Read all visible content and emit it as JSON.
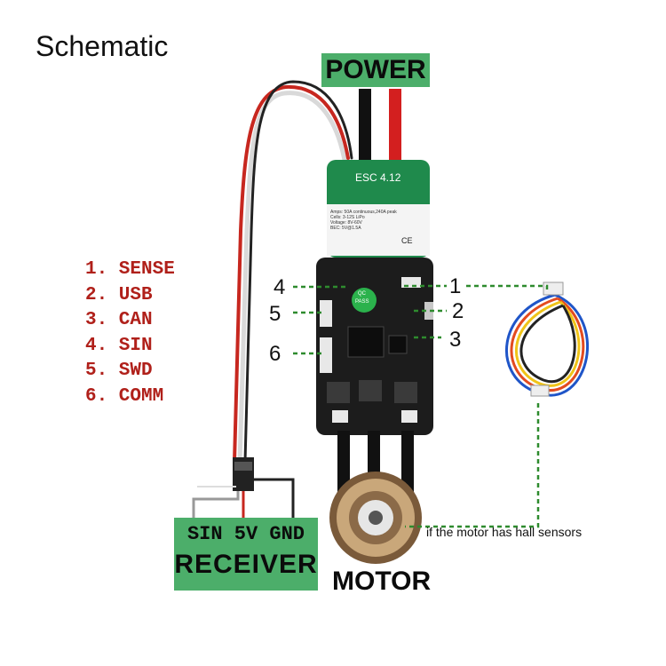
{
  "title": "Schematic",
  "power_label": "POWER",
  "legend": [
    "1. SENSE",
    "2. USB",
    "3. CAN",
    "4. SIN",
    "5. SWD",
    "6. COMM"
  ],
  "callout_numbers": {
    "n1": "1",
    "n2": "2",
    "n3": "3",
    "n4": "4",
    "n5": "5",
    "n6": "6"
  },
  "esc": {
    "label": "ESC 4.12",
    "qc_label": "QC",
    "qc_sub": "PASS",
    "spec_lines": [
      "Amps: 50A continuous,240A peak",
      "Cells: 3-12S LiPo",
      "Voltage: 8V-60V",
      "BEC: 5V@1.5A"
    ],
    "ce_mark": "CE"
  },
  "receiver": {
    "pins": "SIN 5V GND",
    "label": "RECEIVER"
  },
  "motor_label": "MOTOR",
  "hall_note": "if the motor has hall sensors",
  "colors": {
    "label_green": "#4cae6a",
    "legend_red": "#b0201a",
    "callout_green": "#2e8b2e",
    "esc_green": "#1f8a4c",
    "pcb_black": "#1c1c1c"
  }
}
